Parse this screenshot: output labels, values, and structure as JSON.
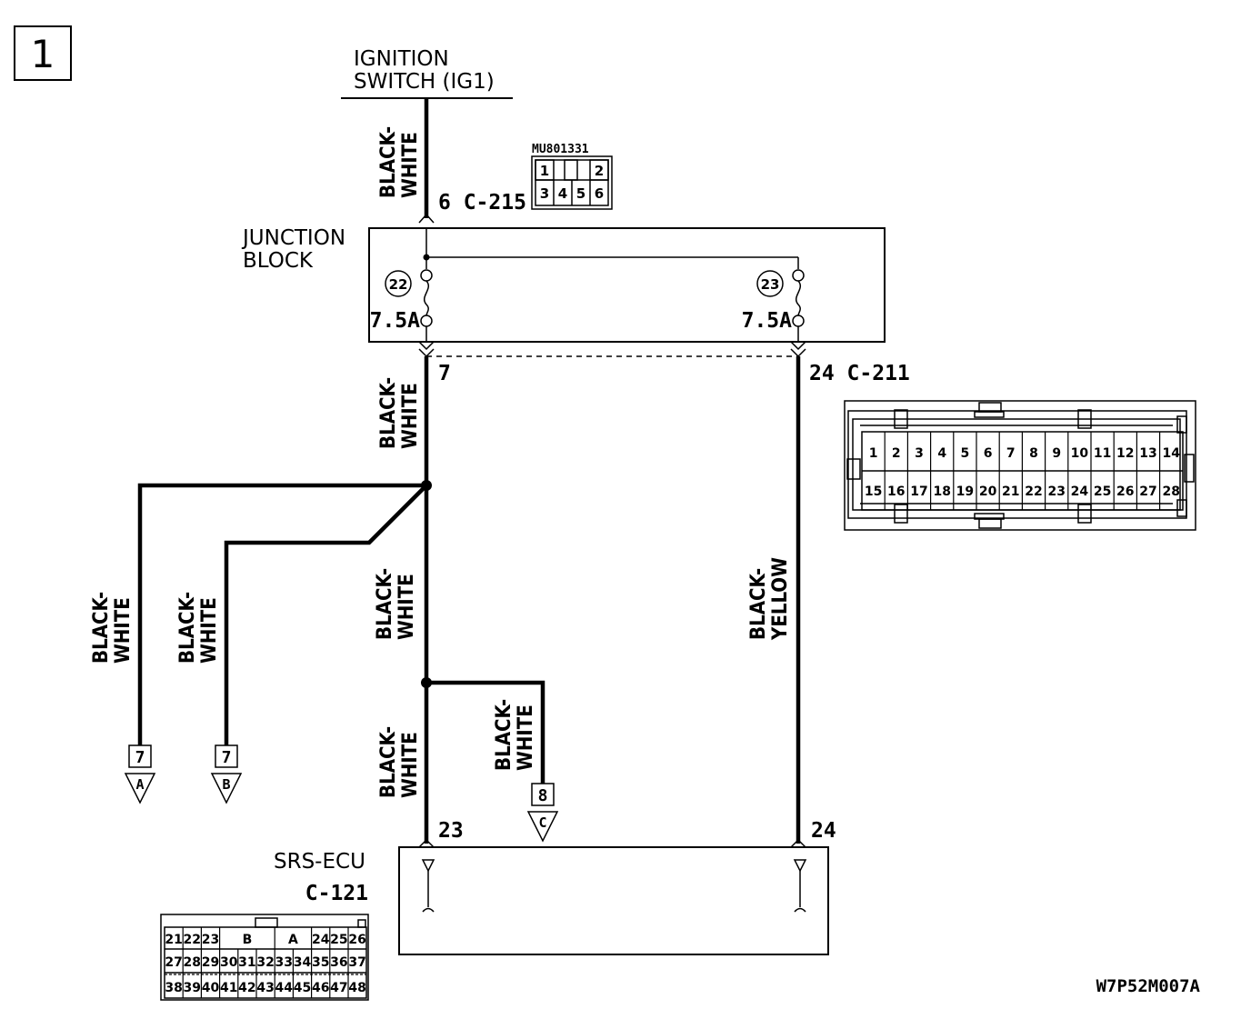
{
  "page_number": "1",
  "source": {
    "line1": "IGNITION",
    "line2": "SWITCH (IG1)"
  },
  "junction_block": {
    "line1": "JUNCTION",
    "line2": "BLOCK"
  },
  "connectors": {
    "c215_label": "6 C-215",
    "c215_part": "MU801331",
    "c215_pins": [
      "1",
      "2",
      "3",
      "4",
      "5",
      "6"
    ],
    "c211_label": "24 C-211",
    "c211_pins_top": [
      "1",
      "2",
      "3",
      "4",
      "5",
      "6",
      "7",
      "8",
      "9",
      "10",
      "11",
      "12",
      "13",
      "14"
    ],
    "c211_pins_bottom": [
      "15",
      "16",
      "17",
      "18",
      "19",
      "20",
      "21",
      "22",
      "23",
      "24",
      "25",
      "26",
      "27",
      "28"
    ],
    "c121_label": "C-121",
    "c121_row1": [
      "21",
      "22",
      "23",
      "B",
      "A",
      "24",
      "25",
      "26"
    ],
    "c121_row2": [
      "27",
      "28",
      "29",
      "30",
      "31",
      "32",
      "33",
      "34",
      "35",
      "36",
      "37"
    ],
    "c121_row3": [
      "38",
      "39",
      "40",
      "41",
      "42",
      "43",
      "44",
      "45",
      "46",
      "47",
      "48"
    ]
  },
  "fuses": [
    {
      "number": "22",
      "rating": "7.5A"
    },
    {
      "number": "23",
      "rating": "7.5A"
    }
  ],
  "terminals": {
    "jb_out_left": "7",
    "ecu_left": "23",
    "ecu_right": "24"
  },
  "ecu": {
    "name": "SRS-ECU"
  },
  "wires": {
    "bw1": "BLACK-",
    "bw2": "WHITE",
    "by1": "BLACK-",
    "by2": "YELLOW"
  },
  "references": [
    {
      "number": "7",
      "letter": "A"
    },
    {
      "number": "7",
      "letter": "B"
    },
    {
      "number": "8",
      "letter": "C"
    }
  ],
  "drawing_code": "W7P52M007A"
}
